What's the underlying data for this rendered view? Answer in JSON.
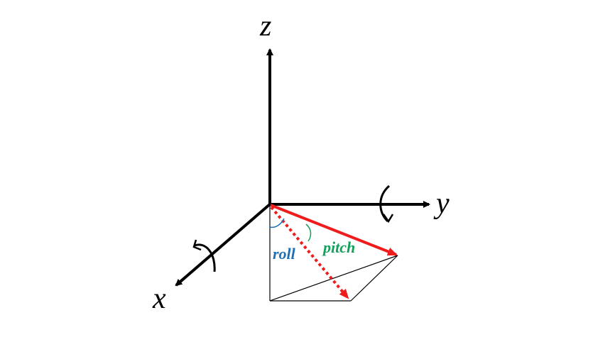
{
  "axes": {
    "x_label": "x",
    "y_label": "y",
    "z_label": "z"
  },
  "angles": {
    "roll_label": "roll",
    "pitch_label": "pitch"
  },
  "colors": {
    "axis": "#000000",
    "vector": "#ee1c1c",
    "roll": "#1f6fb5",
    "pitch": "#12a05a",
    "construction": "#000000"
  }
}
